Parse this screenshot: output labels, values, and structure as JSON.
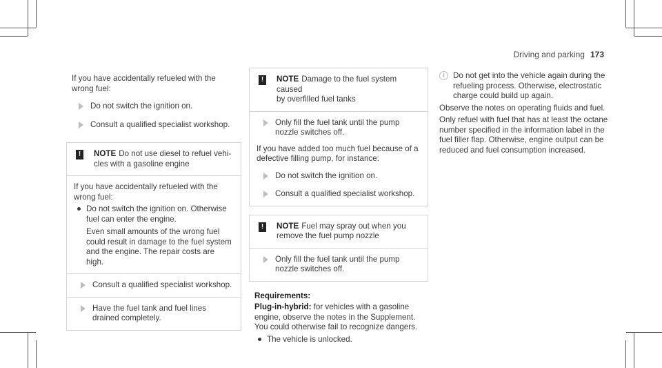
{
  "header": {
    "section": "Driving and parking",
    "page": "173"
  },
  "col1": {
    "intro": "If you have accidentally refueled with the\nwrong fuel:",
    "steps": [
      "Do not switch the ignition on.",
      "Consult a qualified specialist workshop."
    ],
    "note": {
      "label": "NOTE",
      "text": "Do not use diesel to refuel vehi-\ncles with a gasoline engine",
      "body": "If you have accidentally refueled with the\nwrong fuel:",
      "bullet_main": "Do not switch the ignition on. Otherwise\nfuel can enter the engine.",
      "bullet_sub": "Even small amounts of the wrong fuel\ncould result in damage to the fuel system\nand the engine. The repair costs are high.",
      "steps": [
        "Consult a qualified specialist workshop.",
        "Have the fuel tank and fuel lines\ndrained completely."
      ]
    }
  },
  "col2": {
    "note1": {
      "label": "NOTE",
      "text": "Damage to the fuel system caused\nby overfilled fuel tanks",
      "step1": "Only fill the fuel tank until the pump\nnozzle switches off.",
      "body": "If you have added too much fuel because of a\ndefective filling pump, for instance:",
      "steps": [
        "Do not switch the ignition on.",
        "Consult a qualified specialist workshop."
      ]
    },
    "note2": {
      "label": "NOTE",
      "text": "Fuel may spray out when you\nremove the fuel pump nozzle",
      "step1": "Only fill the fuel tank until the pump\nnozzle switches off."
    },
    "requirements_title": "Requirements:",
    "plugin_label": "Plug-in-hybrid:",
    "plugin_text": " for vehicles with a gasoline\nengine, observe the notes in the Supplement.\nYou could otherwise fail to recognize dangers.",
    "bullet": "The vehicle is unlocked."
  },
  "col3": {
    "info_icon": "i",
    "info": "Do not get into the vehicle again during the\nrefueling process. Otherwise, electrostatic\ncharge could build up again.",
    "p1": "Observe the notes on operating fluids and fuel.",
    "p2": "Only refuel with fuel that has at least the octane\nnumber specified in the information label in the\nfuel filler flap. Otherwise, engine output can be\nreduced and fuel consumption increased."
  }
}
